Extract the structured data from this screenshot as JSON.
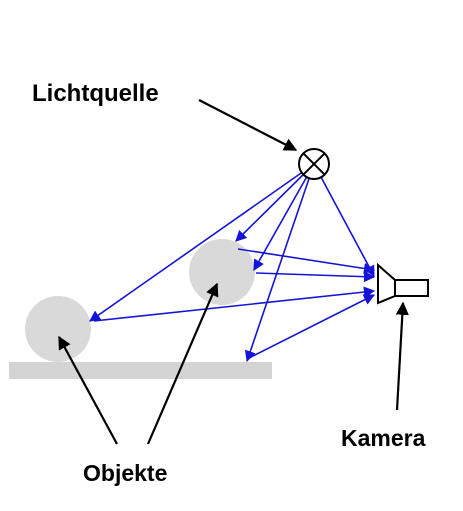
{
  "labels": {
    "light_source": "Lichtquelle",
    "camera": "Kamera",
    "objects": "Objekte"
  },
  "colors": {
    "ray": "#1414d8",
    "pointer": "#000000",
    "object_fill": "#d9d9d9",
    "ground_fill": "#d4d4d4",
    "background": "#ffffff"
  },
  "icons": {
    "light_source": "circle-with-x",
    "camera": "camera-outline"
  }
}
